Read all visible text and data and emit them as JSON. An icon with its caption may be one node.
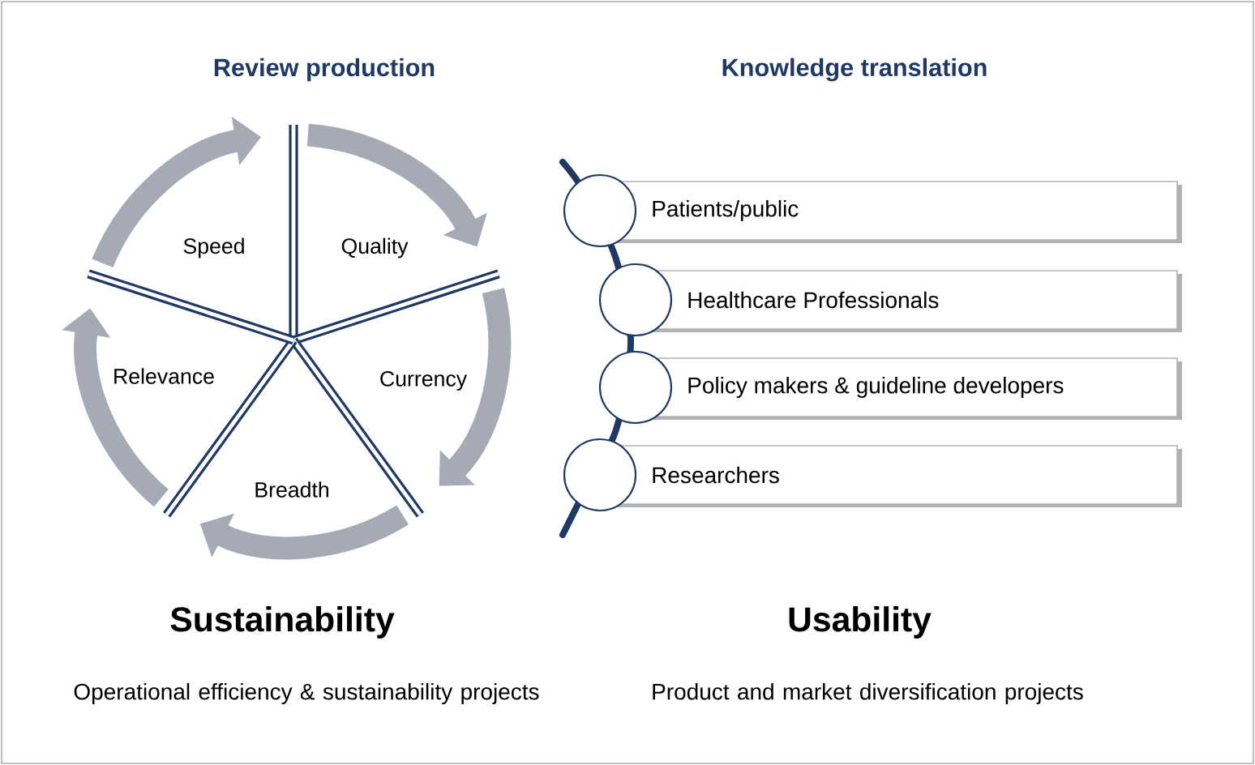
{
  "diagram": {
    "nodes": [
      {
        "text": [
          "Speed"
        ]
      },
      {
        "text": [
          "Quality"
        ]
      },
      {
        "text": [
          "Currency"
        ]
      },
      {
        "text": [
          "Breadth"
        ]
      },
      {
        "text": [
          "Relevance"
        ]
      },
      {
        "text": [
          "Patients/public"
        ]
      },
      {
        "text": [
          "Healthcare Professionals"
        ]
      },
      {
        "text": [
          "Policy makers & guideline developers"
        ]
      },
      {
        "text": [
          "Researchers"
        ]
      }
    ],
    "edges": [],
    "labels": [
      "Review production",
      "Knowledge translation",
      "Sustainability",
      "Operational efficiency & sustainability projects",
      "Usability",
      "Product and market diversification projects"
    ]
  }
}
